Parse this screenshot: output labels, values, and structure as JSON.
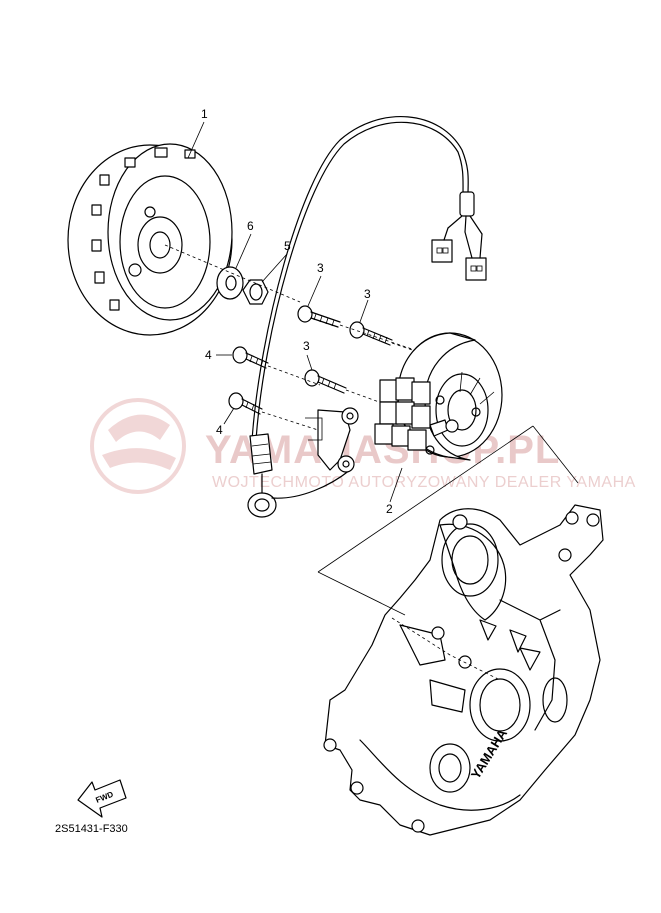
{
  "callouts": {
    "c1": "1",
    "c2": "2",
    "c3a": "3",
    "c3b": "3",
    "c3c": "3",
    "c4a": "4",
    "c4b": "4",
    "c5": "5",
    "c6": "6"
  },
  "watermark": {
    "brand": "YAMAHASHOP.PL",
    "tagline": "WOJTECHMOTO AUTORYZOWANY DEALER YAMAHA",
    "logo_icon": "yamaha-shop-logo-icon"
  },
  "fwd_badge": "FWD",
  "crankcase_brand": "YAMAHA",
  "diagram_code": "2S51431-F330"
}
